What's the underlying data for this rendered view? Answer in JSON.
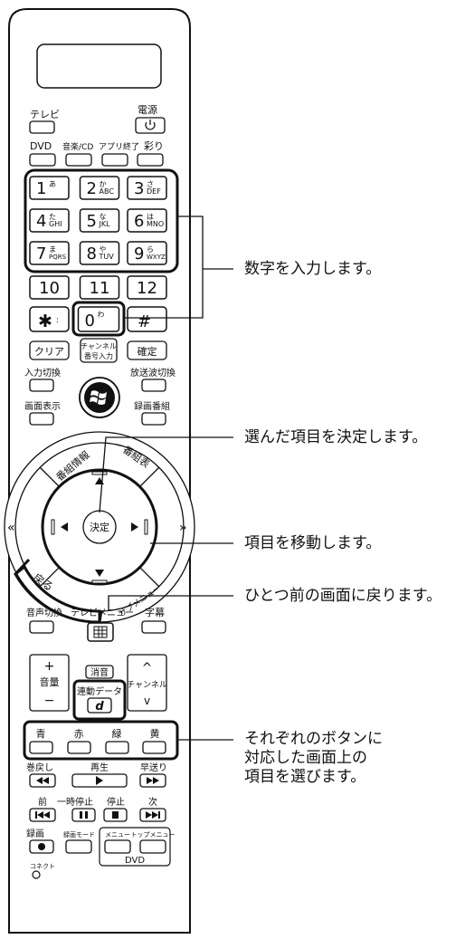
{
  "remote": {
    "labels": {
      "tv": "テレビ",
      "power": "電源",
      "dvd": "DVD",
      "music_cd": "音楽/CD",
      "app_end": "アプリ終了",
      "irodori": "彩り",
      "clear": "クリア",
      "channel_input": [
        "チャンネル",
        "番号入力"
      ],
      "confirm": "確定",
      "input_switch": "入力切換",
      "broadcast_switch": "放送波切換",
      "screen_display": "画面表示",
      "rec_programs": "録画番組",
      "program_info": "番組情報",
      "program_guide": "番組表",
      "back": "戻る",
      "submenu": "サブメニュー",
      "ok": "決定",
      "audio_switch": "音声切換",
      "tv_menu": "テレビメニュー",
      "subtitle": "字幕",
      "mute": "消音",
      "volume": "音量",
      "channel": "チャンネル",
      "data": "連動データ",
      "data_icon": "d",
      "blue": "青",
      "red": "赤",
      "green": "緑",
      "yellow": "黄",
      "rewind": "巻戻し",
      "play": "再生",
      "fast_forward": "早送り",
      "prev": "前",
      "pause": "一時停止",
      "stop": "停止",
      "next": "次",
      "record": "録画",
      "rec_mode": "録画モード",
      "menu": "メニュー",
      "top_menu": "トップメニュー",
      "dvd_group": "DVD",
      "connect": "コネクト",
      "plus": "+",
      "minus": "−",
      "up": "^",
      "down": "v",
      "star": "✱",
      "hash": "#"
    },
    "number_keys": [
      {
        "num": "1",
        "kana": "あ",
        "letters": ""
      },
      {
        "num": "2",
        "kana": "か",
        "letters": "ABC"
      },
      {
        "num": "3",
        "kana": "さ",
        "letters": "DEF"
      },
      {
        "num": "4",
        "kana": "た",
        "letters": "GHI"
      },
      {
        "num": "5",
        "kana": "な",
        "letters": "JKL"
      },
      {
        "num": "6",
        "kana": "は",
        "letters": "MNO"
      },
      {
        "num": "7",
        "kana": "ま",
        "letters": "PQRS"
      },
      {
        "num": "8",
        "kana": "や",
        "letters": "TUV"
      },
      {
        "num": "9",
        "kana": "ら",
        "letters": "WXYZ"
      },
      {
        "num": "10",
        "kana": "",
        "letters": ""
      },
      {
        "num": "11",
        "kana": "",
        "letters": ""
      },
      {
        "num": "12",
        "kana": "",
        "letters": ""
      }
    ],
    "zero_key": {
      "num": "0",
      "kana": "わ",
      "letters": ""
    }
  },
  "callouts": {
    "numbers": "数字を入力します。",
    "ok": "選んだ項目を決定します。",
    "move": "項目を移動します。",
    "back": "ひとつ前の画面に戻ります。",
    "color": "それぞれのボタンに\n対応した画面上の\n項目を選びます。"
  }
}
